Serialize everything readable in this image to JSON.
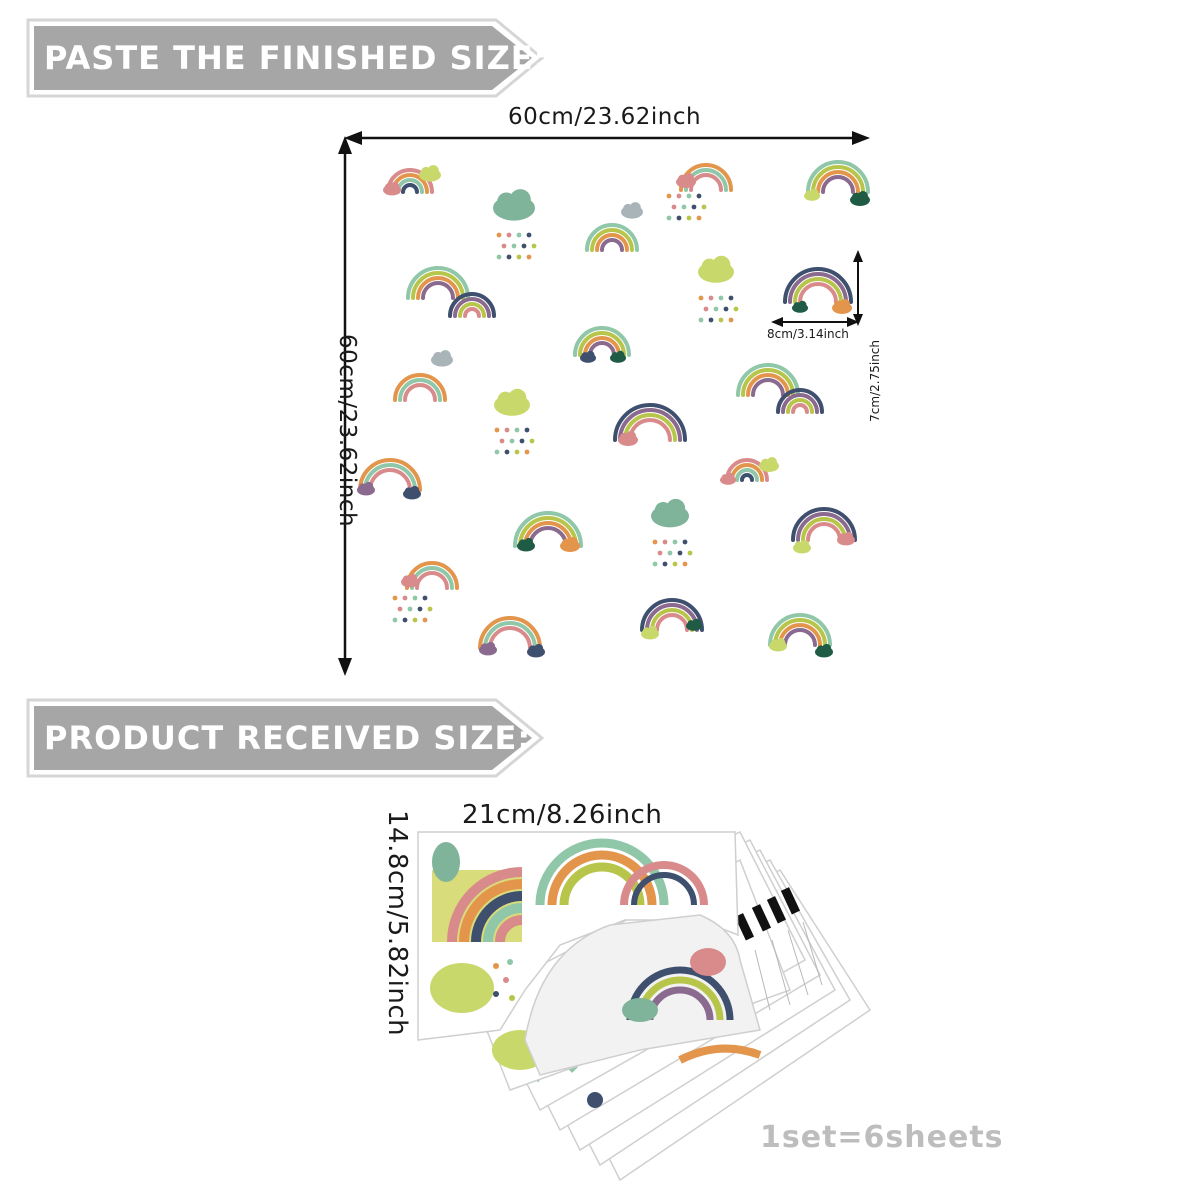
{
  "banners": {
    "finished": "PASTE THE FINISHED SIZE:",
    "received": "PRODUCT RECEIVED SIZE:"
  },
  "finished": {
    "width_label": "60cm/23.62inch",
    "height_label": "60cm/23.62inch",
    "sticker_width_label": "8cm/3.14inch",
    "sticker_height_label": "7cm/2.75inch"
  },
  "received": {
    "width_label": "21cm/8.26inch",
    "height_label": "14.8cm/5.82inch",
    "set_note": "1set=6sheets"
  },
  "colors": {
    "banner_fill": "#a6a6a6",
    "banner_stroke": "#d9d9d9",
    "rainbow_orange": "#e3954b",
    "rainbow_pink": "#d98b8b",
    "rainbow_green": "#8fc7a8",
    "rainbow_olive": "#b7c64a",
    "rainbow_navy": "#3f4f6e",
    "rainbow_purple": "#8a6a8e",
    "cloud_green": "#7fb39a",
    "cloud_lime": "#c9d86a",
    "cloud_dark": "#1f5b45"
  }
}
